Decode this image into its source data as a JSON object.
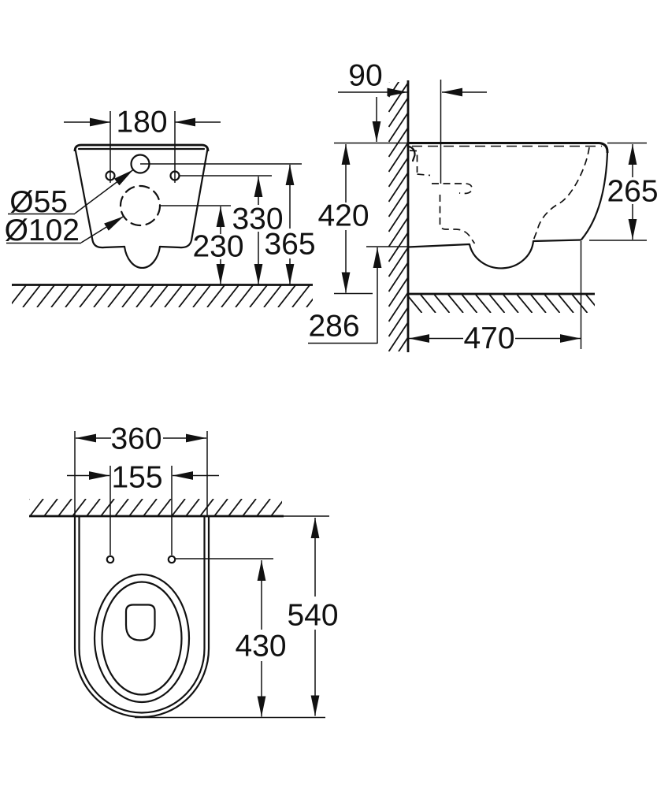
{
  "drawing": {
    "kind": "sanitary-ware dimensional drawing (wall-hung WC, three orthographic views)",
    "line_color": "#111111",
    "background_color": "#ffffff",
    "views": {
      "front": {
        "name": "front elevation",
        "dims": {
          "fixing_hole_spacing": "180",
          "inlet_diameter": "Ø55",
          "outlet_diameter": "Ø102",
          "fixing_hole_height": "330",
          "outlet_center_height": "230",
          "inlet_center_height": "365"
        }
      },
      "side": {
        "name": "side elevation",
        "dims": {
          "inlet_wall_offset": "90",
          "rim_height": "420",
          "body_height": "265",
          "rim_to_underside": "286",
          "depth_from_wall": "470"
        }
      },
      "plan": {
        "name": "plan view",
        "dims": {
          "body_width": "360",
          "fixing_hole_spacing": "155",
          "holes_to_front": "430",
          "wall_to_front": "540"
        }
      }
    }
  }
}
